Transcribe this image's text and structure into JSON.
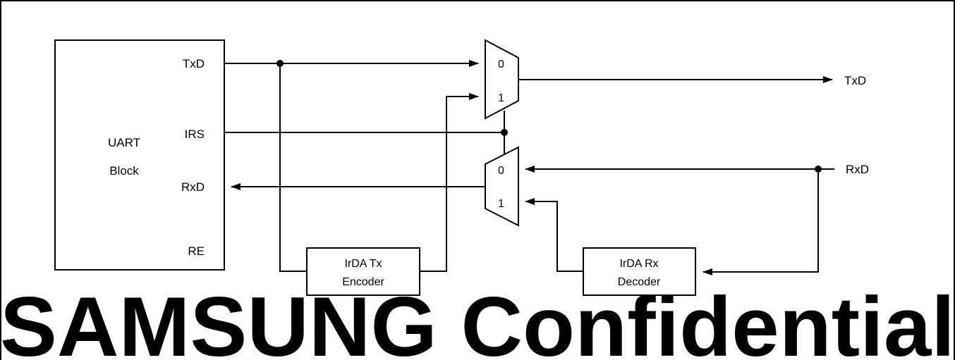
{
  "uart_block": {
    "title_line1": "UART",
    "title_line2": "Block",
    "ports": {
      "txd": "TxD",
      "irs": "IRS",
      "rxd": "RxD",
      "re": "RE"
    }
  },
  "tx_mux": {
    "input0": "0",
    "input1": "1"
  },
  "rx_mux": {
    "input0": "0",
    "input1": "1"
  },
  "irda_tx": {
    "line1": "IrDA Tx",
    "line2": "Encoder"
  },
  "irda_rx": {
    "line1": "IrDA Rx",
    "line2": "Decoder"
  },
  "external": {
    "txd": "TxD",
    "rxd": "RxD"
  },
  "watermark": "SAMSUNG Confidential"
}
